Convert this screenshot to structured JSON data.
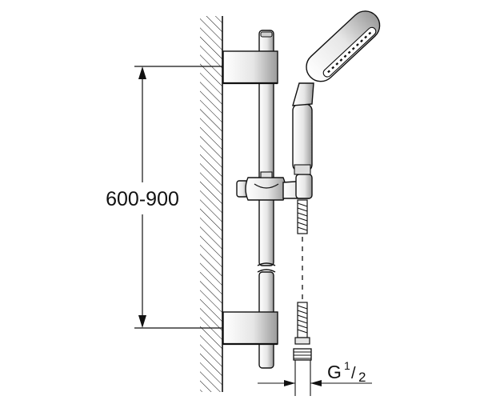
{
  "drawing": {
    "dimension_label": "600-900",
    "thread_letter": "G",
    "thread_numerator": "1",
    "thread_denominator": "2"
  },
  "colors": {
    "line": "#111111",
    "background": "#ffffff"
  }
}
